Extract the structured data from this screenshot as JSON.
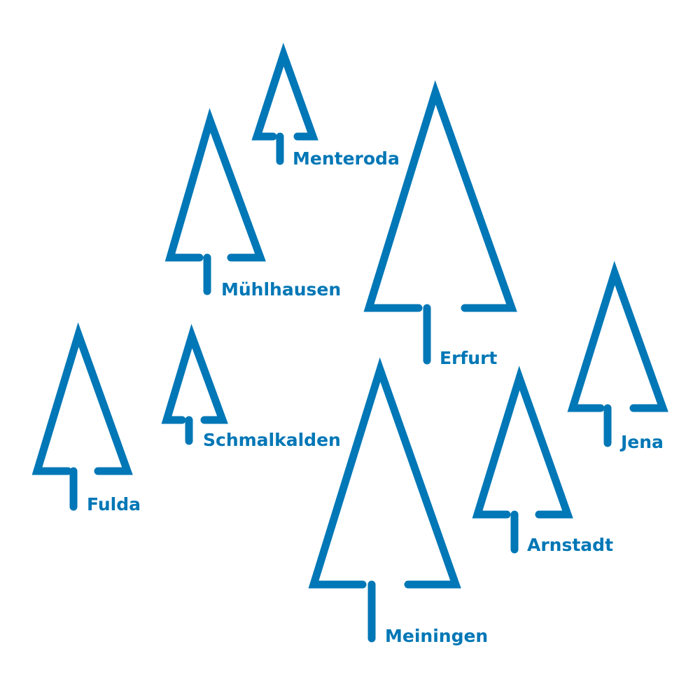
{
  "colors": {
    "tree": "#0077b6",
    "background": "#ffffff"
  },
  "icon": "tree-icon",
  "locations": [
    {
      "id": "menteroda",
      "label": "Menteroda"
    },
    {
      "id": "muehlhausen",
      "label": "Mühlhausen"
    },
    {
      "id": "erfurt",
      "label": "Erfurt"
    },
    {
      "id": "fulda",
      "label": "Fulda"
    },
    {
      "id": "schmalkalden",
      "label": "Schmalkalden"
    },
    {
      "id": "jena",
      "label": "Jena"
    },
    {
      "id": "arnstadt",
      "label": "Arnstadt"
    },
    {
      "id": "meiningen",
      "label": "Meiningen"
    }
  ]
}
